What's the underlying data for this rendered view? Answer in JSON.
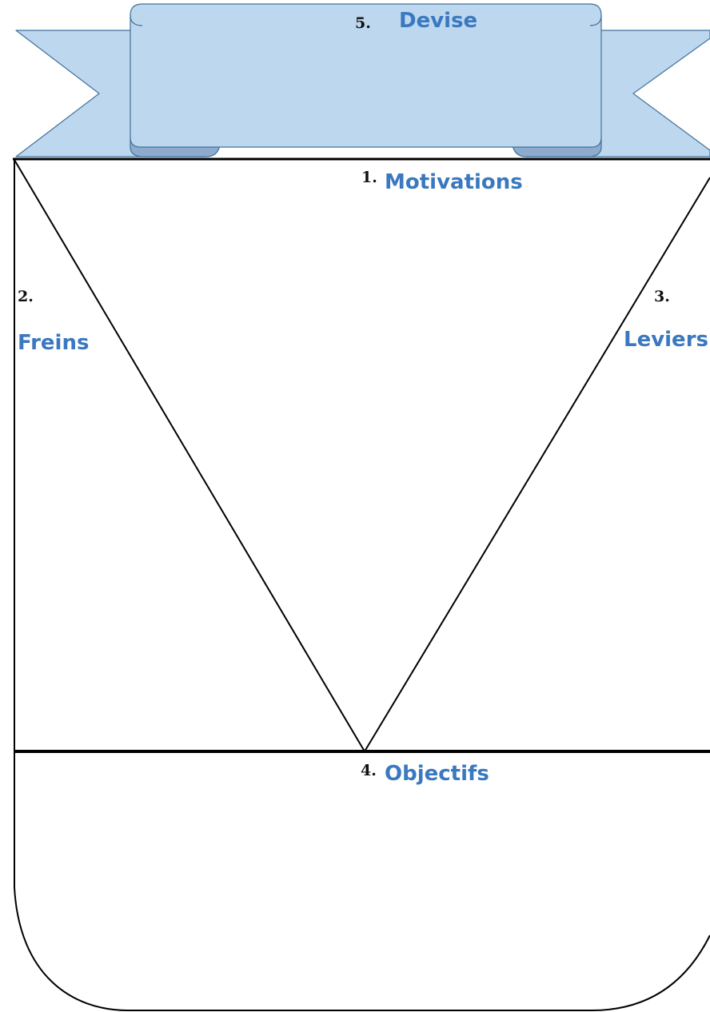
{
  "colors": {
    "banner_fill": "#bdd7ee",
    "banner_shadow": "#8eaacc",
    "banner_stroke": "#41719c",
    "outline": "#000000",
    "label_blue": "#3a78bf",
    "number_black": "#111111"
  },
  "sections": {
    "devise": {
      "number": "5.",
      "title": "Devise"
    },
    "motivations": {
      "number": "1.",
      "title": "Motivations"
    },
    "freins": {
      "number": "2.",
      "title": "Freins"
    },
    "leviers": {
      "number": "3.",
      "title": "Leviers"
    },
    "objectifs": {
      "number": "4.",
      "title": "Objectifs"
    }
  }
}
